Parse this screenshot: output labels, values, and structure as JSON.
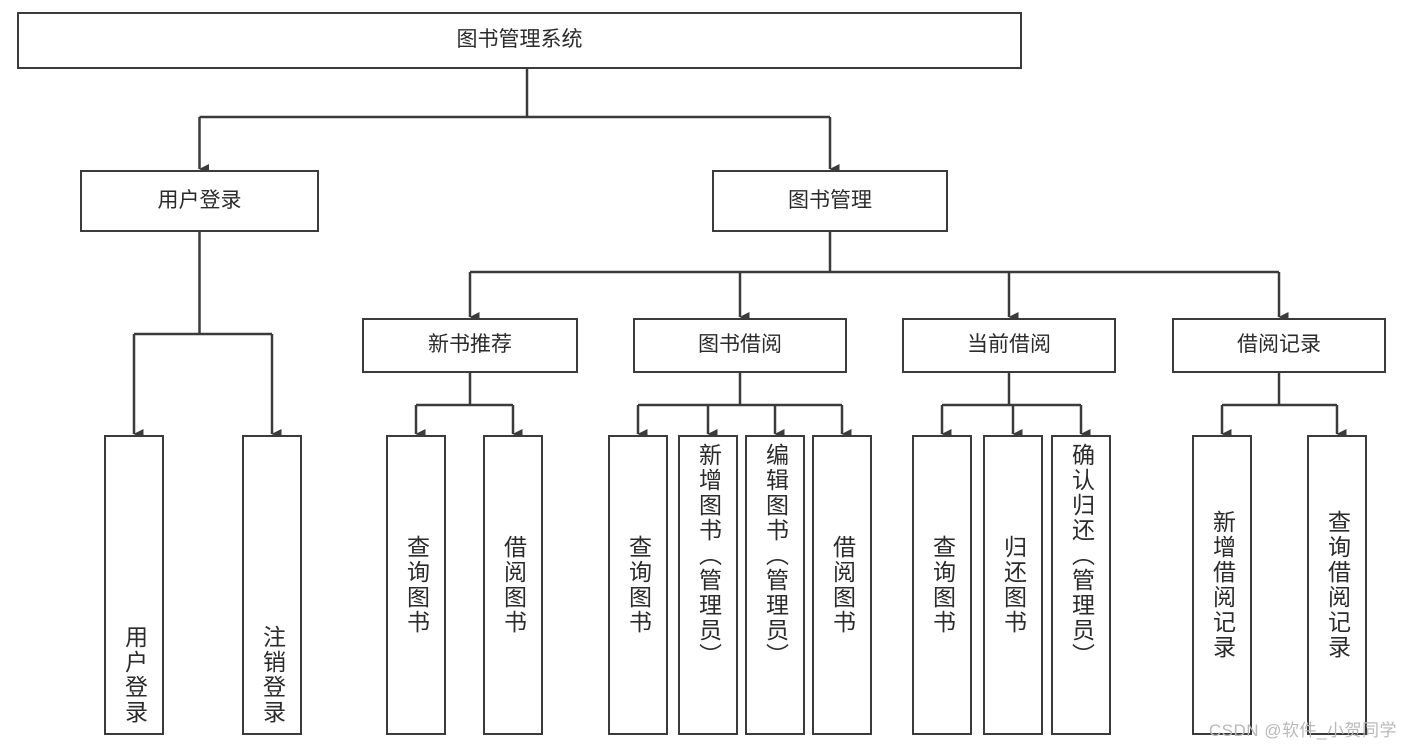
{
  "diagram": {
    "title": "图书管理系统",
    "type": "tree-flowchart",
    "stroke_color": "#3b3b3b",
    "box_fill": "#ffffff",
    "text_color": "#2b2b2b",
    "nodes": {
      "root": {
        "label": "图书管理系统",
        "level": 0
      },
      "l1_0": {
        "label": "用户登录",
        "level": 1
      },
      "l1_1": {
        "label": "图书管理",
        "level": 1
      },
      "l2_0": {
        "label": "新书推荐",
        "level": 2
      },
      "l2_1": {
        "label": "图书借阅",
        "level": 2
      },
      "l2_2": {
        "label": "当前借阅",
        "level": 2
      },
      "l2_3": {
        "label": "借阅记录",
        "level": 2
      },
      "leaf_0": {
        "label": "用户登录",
        "level": 3
      },
      "leaf_1": {
        "label": "注销登录",
        "level": 3
      },
      "leaf_2": {
        "label": "查询图书",
        "level": 3
      },
      "leaf_3": {
        "label": "借阅图书",
        "level": 3
      },
      "leaf_4": {
        "label": "查询图书",
        "level": 3
      },
      "leaf_5": {
        "label": "新增图书（管理员）",
        "level": 3
      },
      "leaf_6": {
        "label": "编辑图书（管理员）",
        "level": 3
      },
      "leaf_7": {
        "label": "借阅图书",
        "level": 3
      },
      "leaf_8": {
        "label": "查询图书",
        "level": 3
      },
      "leaf_9": {
        "label": "归还图书",
        "level": 3
      },
      "leaf_10": {
        "label": "确认归还（管理员）",
        "level": 3
      },
      "leaf_11": {
        "label": "新增借阅记录",
        "level": 3
      },
      "leaf_12": {
        "label": "查询借阅记录",
        "level": 3
      }
    },
    "edges": [
      {
        "from": "root",
        "to": "l1_0"
      },
      {
        "from": "root",
        "to": "l1_1"
      },
      {
        "from": "l1_1",
        "to": "l2_0"
      },
      {
        "from": "l1_1",
        "to": "l2_1"
      },
      {
        "from": "l1_1",
        "to": "l2_2"
      },
      {
        "from": "l1_1",
        "to": "l2_3"
      },
      {
        "from": "l1_0",
        "to": "leaf_0"
      },
      {
        "from": "l1_0",
        "to": "leaf_1"
      },
      {
        "from": "l2_0",
        "to": "leaf_2"
      },
      {
        "from": "l2_0",
        "to": "leaf_3"
      },
      {
        "from": "l2_1",
        "to": "leaf_4"
      },
      {
        "from": "l2_1",
        "to": "leaf_5"
      },
      {
        "from": "l2_1",
        "to": "leaf_6"
      },
      {
        "from": "l2_1",
        "to": "leaf_7"
      },
      {
        "from": "l2_2",
        "to": "leaf_8"
      },
      {
        "from": "l2_2",
        "to": "leaf_9"
      },
      {
        "from": "l2_2",
        "to": "leaf_10"
      },
      {
        "from": "l2_3",
        "to": "leaf_11"
      },
      {
        "from": "l2_3",
        "to": "leaf_12"
      }
    ]
  },
  "watermark": {
    "text": "CSDN @软件_小贺同学"
  }
}
